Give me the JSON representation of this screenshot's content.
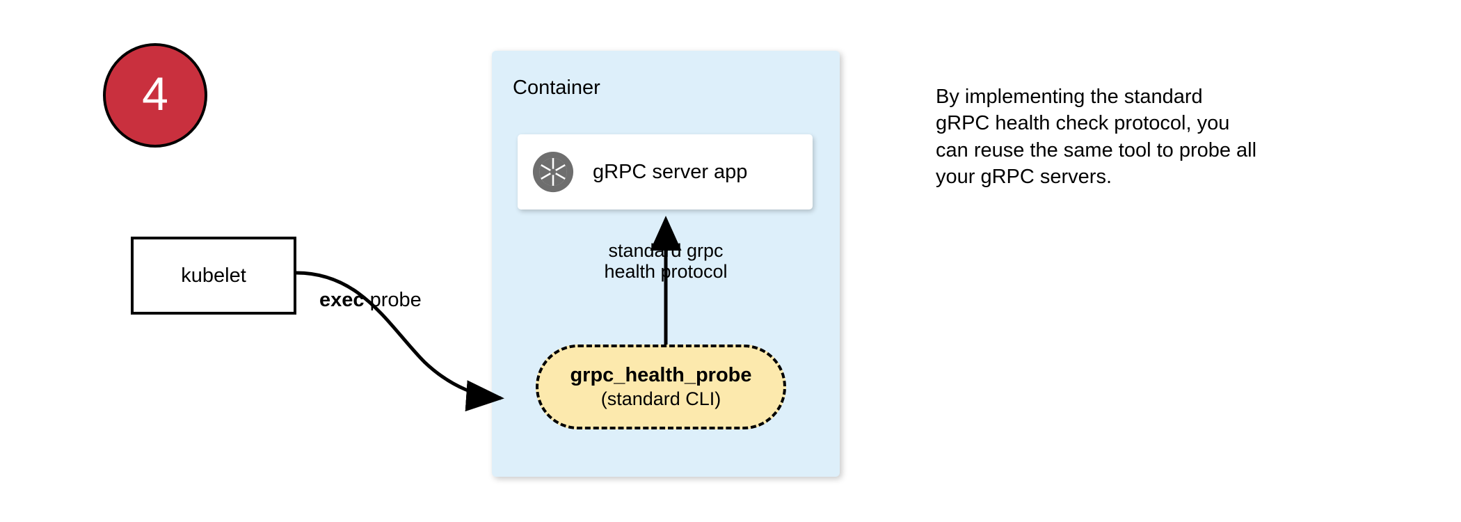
{
  "step": {
    "number": "4"
  },
  "kubelet": {
    "label": "kubelet"
  },
  "exec_probe": {
    "keyword": "exec",
    "rest": " probe"
  },
  "container": {
    "title": "Container",
    "fill_color": "#ddeffa"
  },
  "grpc_app": {
    "icon": "aperture-icon",
    "label": "gRPC server app"
  },
  "protocol": {
    "line1": "standard grpc",
    "line2": "health protocol"
  },
  "probe_pill": {
    "title": "grpc_health_probe",
    "subtitle": "(standard CLI)",
    "fill_color": "#fce9ad"
  },
  "caption": {
    "line1": "By implementing the standard",
    "line2": "gRPC health check protocol, you",
    "line3": "can reuse the same tool to probe all",
    "line4": "your gRPC servers."
  },
  "colors": {
    "badge_red": "#c9303e",
    "container_blue": "#ddeffa",
    "pill_yellow": "#fce9ad",
    "icon_gray": "#6e6e6e",
    "stroke_black": "#000000"
  }
}
